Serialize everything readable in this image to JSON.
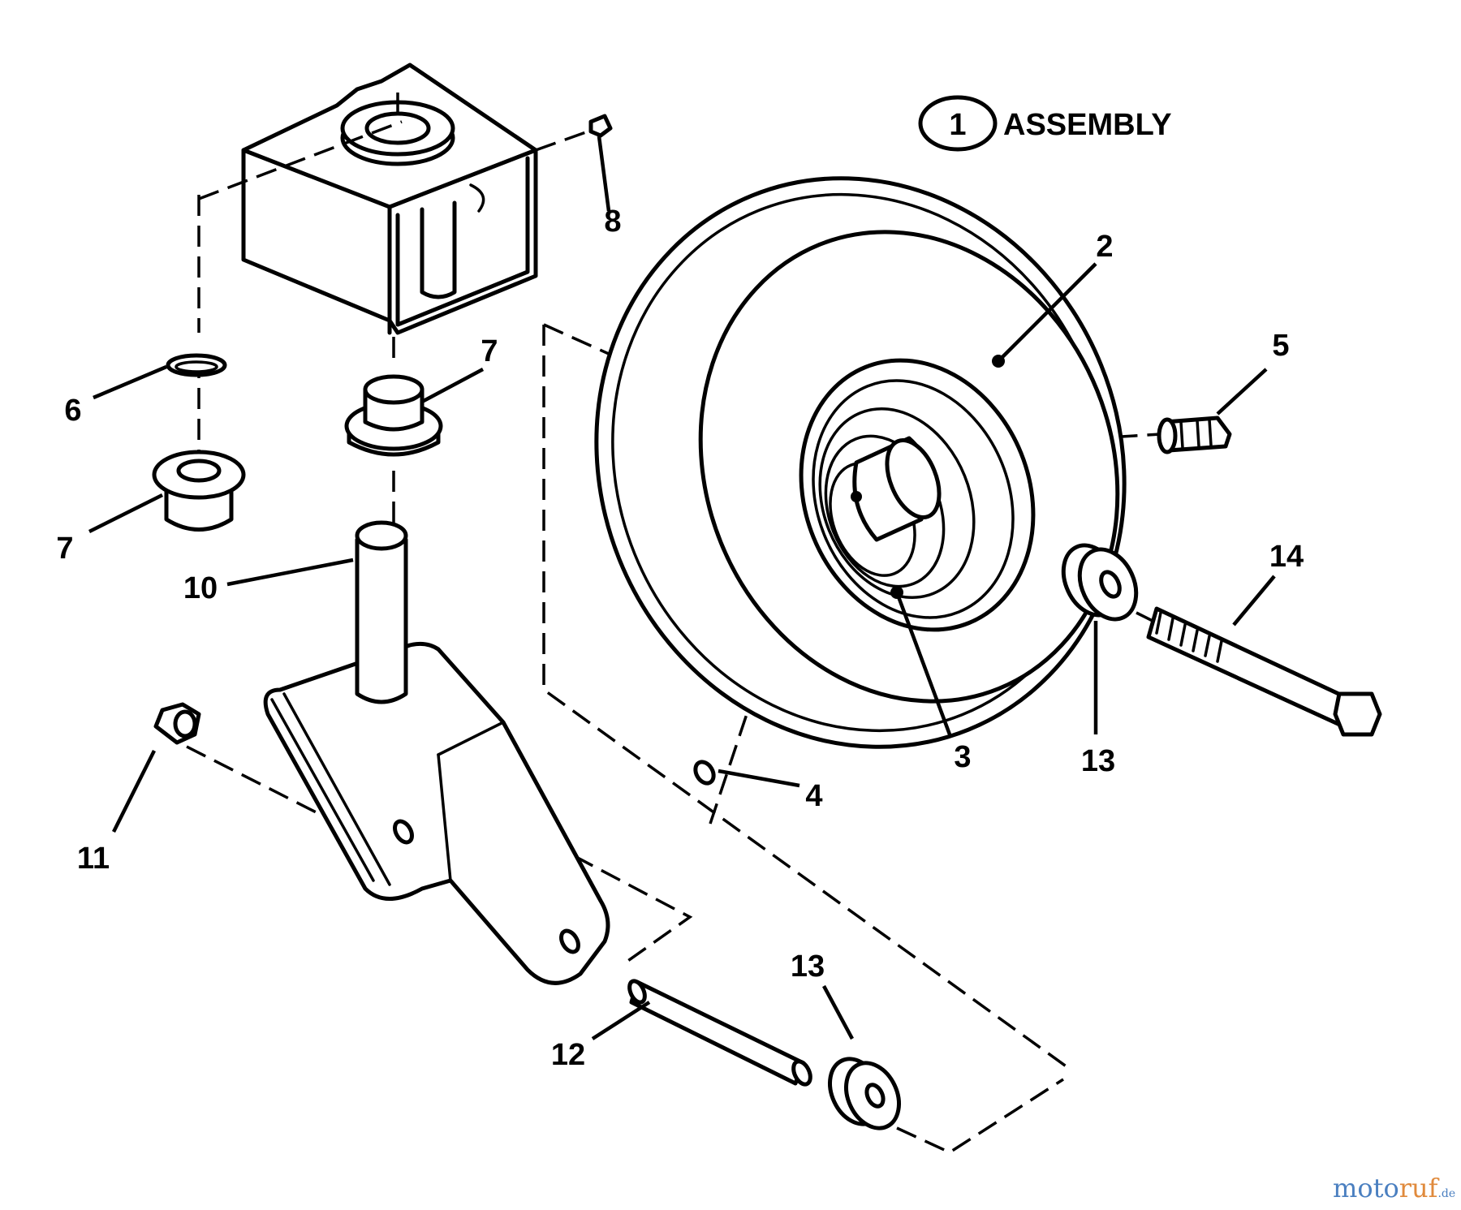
{
  "assembly_label": {
    "number": "1",
    "text": "ASSEMBLY"
  },
  "callouts": {
    "tire": "2",
    "rim": "3",
    "grease_small": "4",
    "valve": "5",
    "ring": "6",
    "bushing_upper": "7",
    "bushing_left": "7",
    "fitting_top": "8",
    "spindle": "10",
    "nut": "11",
    "axle_pin": "12",
    "bearing_right": "13",
    "bearing_bottom": "13",
    "bolt": "14"
  },
  "watermark": {
    "part1": "moto",
    "part2": "ruf",
    "suffix": ".de"
  },
  "colors": {
    "line": "#000000",
    "background": "#ffffff",
    "watermark_blue": "#4a7fc0",
    "watermark_orange": "#e08a3c"
  }
}
